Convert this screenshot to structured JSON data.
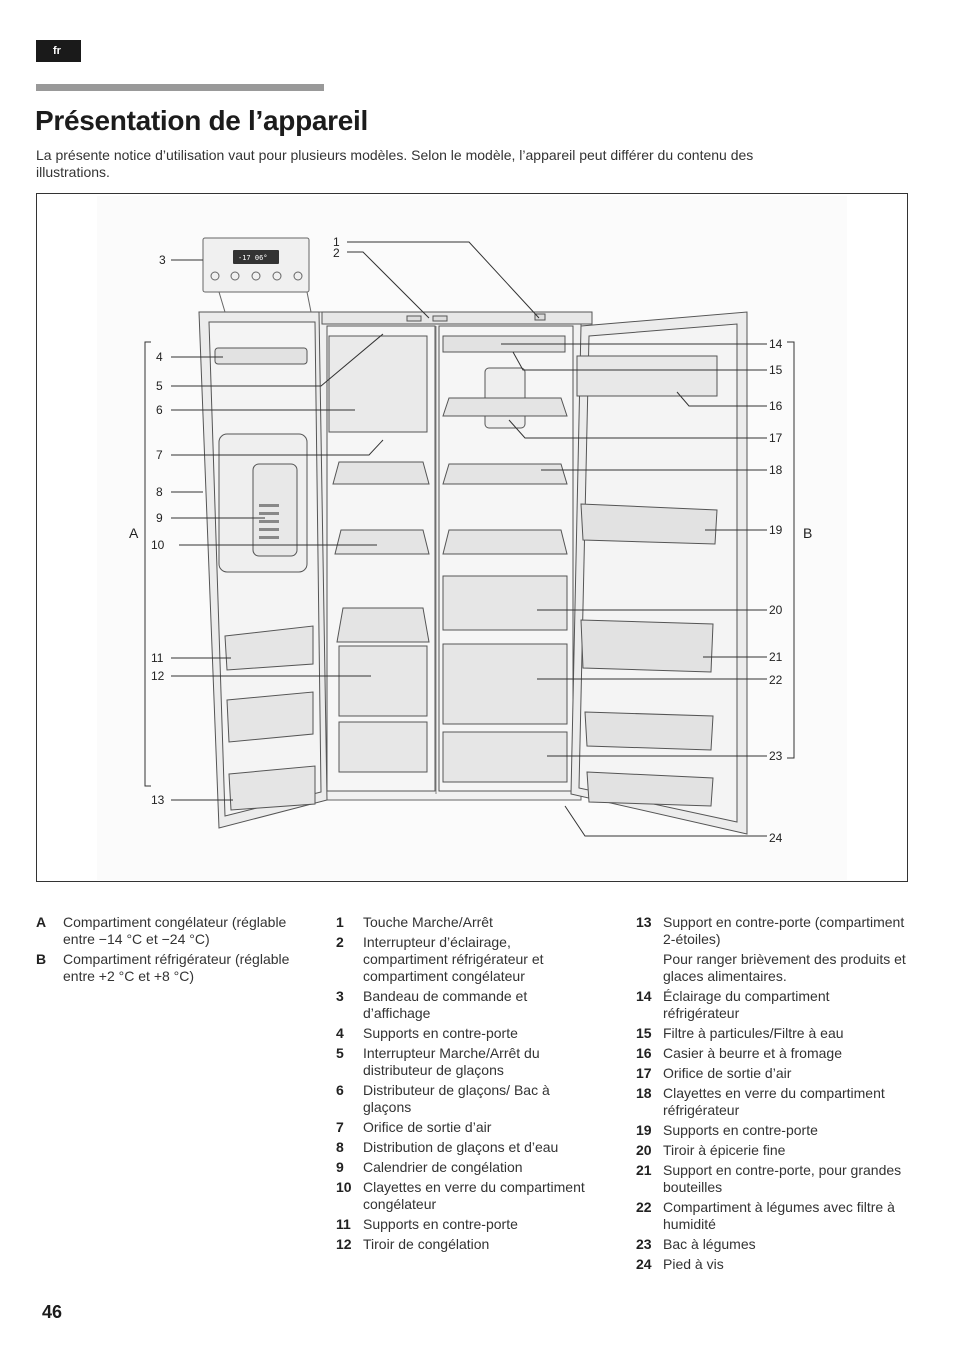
{
  "header": {
    "lang": "fr"
  },
  "title": "Présentation de l’appareil",
  "intro": "La présente notice d’utilisation vaut pour plusieurs modèles. Selon le modèle, l’appareil peut différer du contenu des illustrations.",
  "figure": {
    "letters": {
      "A": "A",
      "B": "B"
    },
    "display_text": "-17  06°",
    "callouts": [
      "1",
      "2",
      "3",
      "4",
      "5",
      "6",
      "7",
      "8",
      "9",
      "10",
      "11",
      "12",
      "13",
      "14",
      "15",
      "16",
      "17",
      "18",
      "19",
      "20",
      "21",
      "22",
      "23",
      "24"
    ]
  },
  "legend": {
    "col1": [
      {
        "key": "A",
        "text": "Compartiment congélateur (réglable entre −14 °C et −24 °C)"
      },
      {
        "key": "B",
        "text": "Compartiment réfrigérateur (réglable entre +2 °C et +8 °C)"
      }
    ],
    "col2": [
      {
        "key": "1",
        "text": "Touche Marche/Arrêt"
      },
      {
        "key": "2",
        "text": "Interrupteur d’éclairage, compartiment réfrigérateur et compartiment congélateur"
      },
      {
        "key": "3",
        "text": "Bandeau de commande et d’affichage"
      },
      {
        "key": "4",
        "text": "Supports en contre-porte"
      },
      {
        "key": "5",
        "text": "Interrupteur Marche/Arrêt du distributeur de glaçons"
      },
      {
        "key": "6",
        "text": "Distributeur de glaçons/ Bac à glaçons"
      },
      {
        "key": "7",
        "text": "Orifice de sortie d’air"
      },
      {
        "key": "8",
        "text": "Distribution de glaçons et d’eau"
      },
      {
        "key": "9",
        "text": "Calendrier de congélation"
      },
      {
        "key": "10",
        "text": "Clayettes en verre du compartiment congélateur"
      },
      {
        "key": "11",
        "text": "Supports en contre-porte"
      },
      {
        "key": "12",
        "text": "Tiroir de congélation"
      }
    ],
    "col3": [
      {
        "key": "13",
        "text": "Support en contre-porte (compartiment 2-étoiles)",
        "sub": "Pour ranger brièvement des produits et glaces alimentaires."
      },
      {
        "key": "14",
        "text": "Éclairage du compartiment réfrigérateur"
      },
      {
        "key": "15",
        "text": "Filtre à particules/Filtre à eau"
      },
      {
        "key": "16",
        "text": "Casier à beurre et à fromage"
      },
      {
        "key": "17",
        "text": "Orifice de sortie d’air"
      },
      {
        "key": "18",
        "text": "Clayettes en verre du compartiment réfrigérateur"
      },
      {
        "key": "19",
        "text": "Supports en contre-porte"
      },
      {
        "key": "20",
        "text": "Tiroir à épicerie fine"
      },
      {
        "key": "21",
        "text": "Support en contre-porte, pour grandes bouteilles"
      },
      {
        "key": "22",
        "text": "Compartiment à légumes avec filtre à humidité"
      },
      {
        "key": "23",
        "text": "Bac à légumes"
      },
      {
        "key": "24",
        "text": "Pied à vis"
      }
    ]
  },
  "page_number": "46"
}
